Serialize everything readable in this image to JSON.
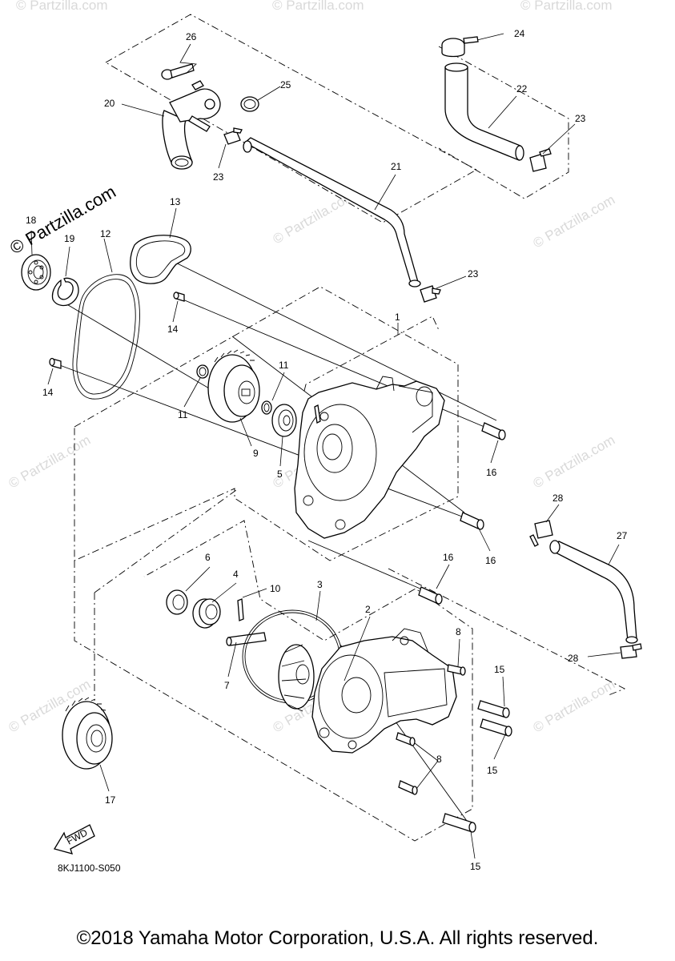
{
  "watermark": {
    "main": "© Partzilla.com",
    "repeat": "© Partzilla.com"
  },
  "diagram_code": "8KJ1100-S050",
  "fwd_label": "FWD",
  "copyright": "©2018 Yamaha Motor Corporation, U.S.A. All rights reserved.",
  "callouts": {
    "c1": "1",
    "c2": "2",
    "c3": "3",
    "c4": "4",
    "c5": "5",
    "c6": "6",
    "c7": "7",
    "c8a": "8",
    "c8b": "8",
    "c9": "9",
    "c10": "10",
    "c11a": "11",
    "c11b": "11",
    "c12": "12",
    "c13": "13",
    "c14a": "14",
    "c14b": "14",
    "c15a": "15",
    "c15b": "15",
    "c15c": "15",
    "c16a": "16",
    "c16b": "16",
    "c16c": "16",
    "c17": "17",
    "c18": "18",
    "c19": "19",
    "c20": "20",
    "c21": "21",
    "c22": "22",
    "c23a": "23",
    "c23b": "23",
    "c23c": "23",
    "c24": "24",
    "c25": "25",
    "c26": "26",
    "c27": "27",
    "c28a": "28",
    "c28b": "28"
  }
}
